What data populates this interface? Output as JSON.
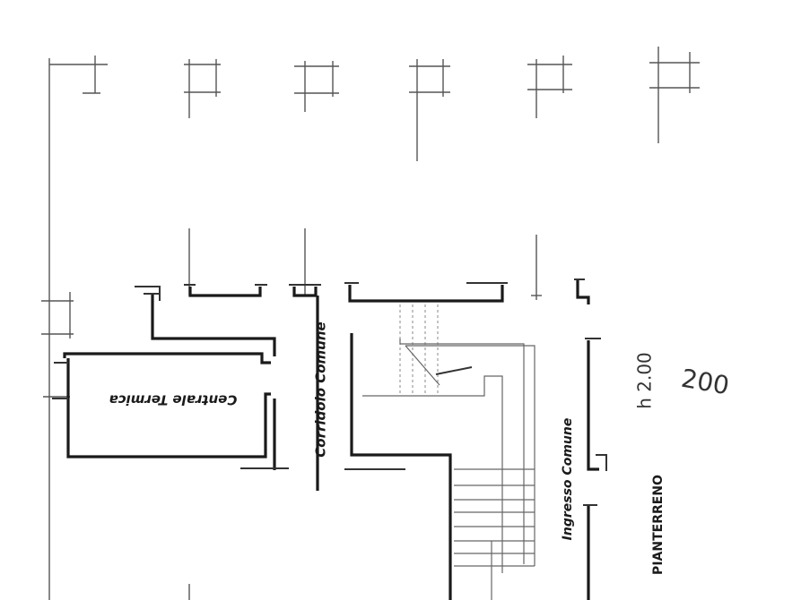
{
  "labels": {
    "centrale_termica": "Centrale Termica",
    "corridoio_comune": "Corridoio Comune",
    "ingresso_comune": "Ingresso Comune",
    "pianterreno": "PIANTERRENO",
    "height_note": "h 2.00",
    "height_value": "200"
  }
}
